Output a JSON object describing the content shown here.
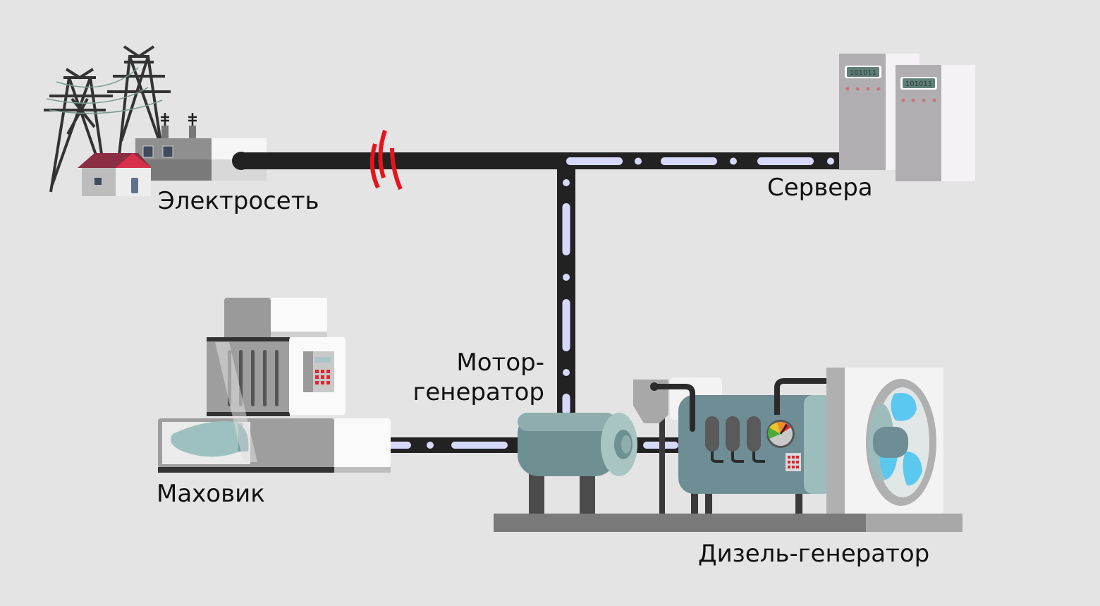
{
  "diagram": {
    "nodes": {
      "grid": {
        "label": "Электросеть"
      },
      "servers": {
        "label": "Сервера",
        "display_text": "101011"
      },
      "flywheel": {
        "label": "Маховик"
      },
      "motor_generator": {
        "label_line1": "Мотор-",
        "label_line2": "генератор"
      },
      "diesel_generator": {
        "label": "Дизель-генератор"
      }
    },
    "connections": [
      {
        "from": "grid",
        "to": "junction",
        "state": "interrupted"
      },
      {
        "from": "junction",
        "to": "servers",
        "state": "active"
      },
      {
        "from": "motor_generator",
        "to": "junction",
        "state": "active"
      },
      {
        "from": "flywheel",
        "to": "motor_generator",
        "state": "active"
      },
      {
        "from": "motor_generator",
        "to": "diesel_generator",
        "state": "active"
      }
    ],
    "colors": {
      "background": "#e4e4e4",
      "cable": "#222222",
      "flow": "#d6d9fb",
      "fault": "#e8141c",
      "machine_teal": "#6e8d95",
      "machine_teal_light": "#9dbdbd",
      "keypad_red": "#e0252f",
      "roof_red": "#d8304a",
      "fan_blue": "#5bc8ef"
    }
  }
}
